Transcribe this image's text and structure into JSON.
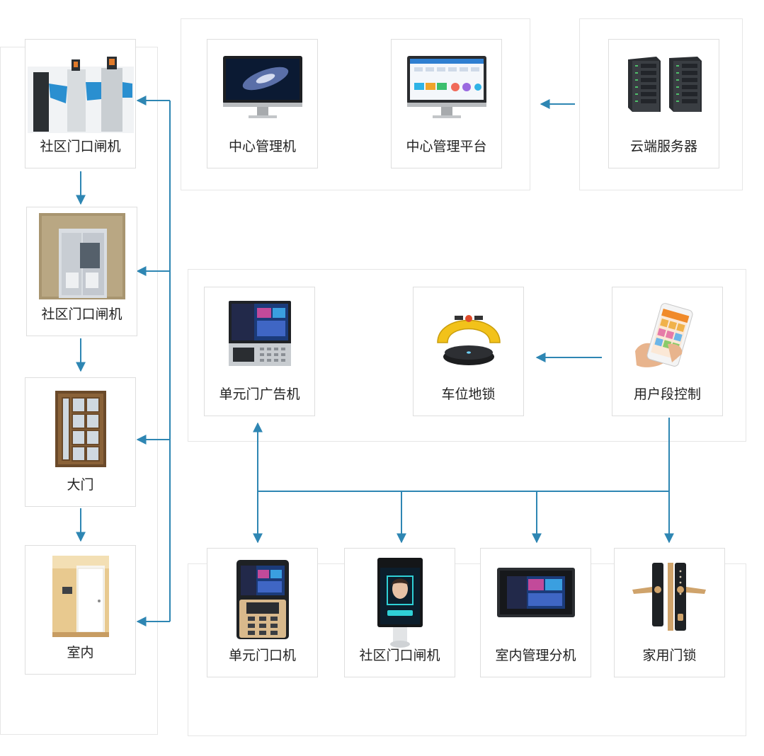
{
  "colors": {
    "arrow": "#2e86b3",
    "border": "#dedede"
  },
  "cards": {
    "gate_turnstile": {
      "label": "社区门口闸机",
      "icon": "turnstile-gate-icon"
    },
    "gate_door": {
      "label": "社区门口闸机",
      "icon": "security-door-icon"
    },
    "main_door": {
      "label": "大门",
      "icon": "double-door-icon"
    },
    "indoor": {
      "label": "室内",
      "icon": "indoor-room-icon"
    },
    "center_pc": {
      "label": "中心管理机",
      "icon": "desktop-monitor-icon"
    },
    "center_platform": {
      "label": "中心管理平台",
      "icon": "management-dashboard-icon"
    },
    "cloud_server": {
      "label": "云端服务器",
      "icon": "server-rack-icon"
    },
    "unit_ad": {
      "label": "单元门广告机",
      "icon": "advertising-terminal-icon"
    },
    "parking_lock": {
      "label": "车位地锁",
      "icon": "parking-lock-icon"
    },
    "user_control": {
      "label": "用户段控制",
      "icon": "smartphone-icon"
    },
    "unit_door": {
      "label": "单元门口机",
      "icon": "door-intercom-icon"
    },
    "community_gate": {
      "label": "社区门口闸机",
      "icon": "face-recognition-terminal-icon"
    },
    "indoor_unit": {
      "label": "室内管理分机",
      "icon": "indoor-monitor-icon"
    },
    "home_lock": {
      "label": "家用门锁",
      "icon": "smart-door-lock-icon"
    }
  }
}
